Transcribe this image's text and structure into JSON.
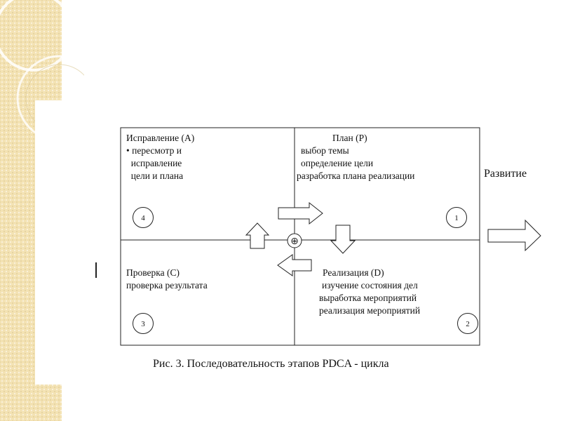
{
  "quadrants": {
    "act": {
      "title": "Исправление (А)",
      "lines": [
        "• пересмотр и",
        "  исправление",
        "  цели и плана"
      ],
      "number": "4"
    },
    "plan": {
      "title": "План (Р)",
      "lines": [
        "выбор темы",
        "определение цели",
        "разработка плана реализации"
      ],
      "number": "1"
    },
    "check": {
      "title": "Проверка (С)",
      "lines": [
        "проверка результата"
      ],
      "number": "3"
    },
    "do": {
      "title": "Реализация (D)",
      "lines": [
        "изучение состояния дел",
        "выработка мероприятий",
        "реализация мероприятий"
      ],
      "number": "2"
    }
  },
  "side_label": "Развитие",
  "caption": "Рис. 3. Последовательность этапов PDCA - цикла",
  "center_symbol": "⊕",
  "colors": {
    "side_band": "#f3e2b3",
    "line": "#222222"
  }
}
